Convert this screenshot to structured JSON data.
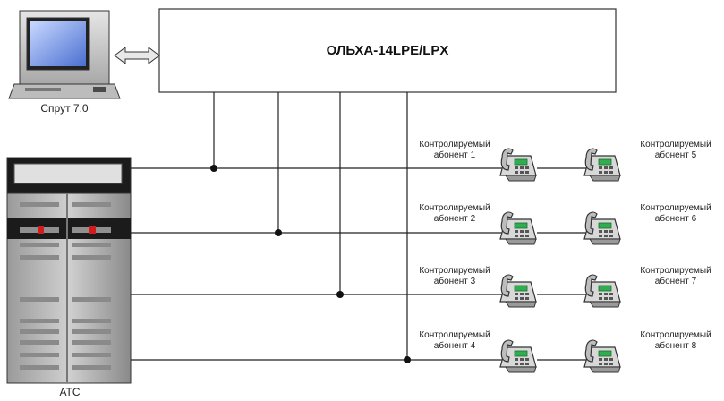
{
  "device": {
    "title": "ОЛЬХА-14LPE/LPX"
  },
  "computer": {
    "label": "Спрут 7.0",
    "icon": "desktop-computer-icon"
  },
  "exchange": {
    "label": "АТС",
    "icon": "telephone-exchange-rack-icon"
  },
  "subscribers": [
    {
      "line1": "Контролируемый",
      "line2": "абонент 1"
    },
    {
      "line1": "Контролируемый",
      "line2": "абонент 2"
    },
    {
      "line1": "Контролируемый",
      "line2": "абонент 3"
    },
    {
      "line1": "Контролируемый",
      "line2": "абонент 4"
    },
    {
      "line1": "Контролируемый",
      "line2": "абонент 5"
    },
    {
      "line1": "Контролируемый",
      "line2": "абонент 6"
    },
    {
      "line1": "Контролируемый",
      "line2": "абонент 7"
    },
    {
      "line1": "Контролируемый",
      "line2": "абонент 8"
    }
  ],
  "phone_icon": "desk-phone-icon",
  "link_icon": "double-arrow-icon"
}
